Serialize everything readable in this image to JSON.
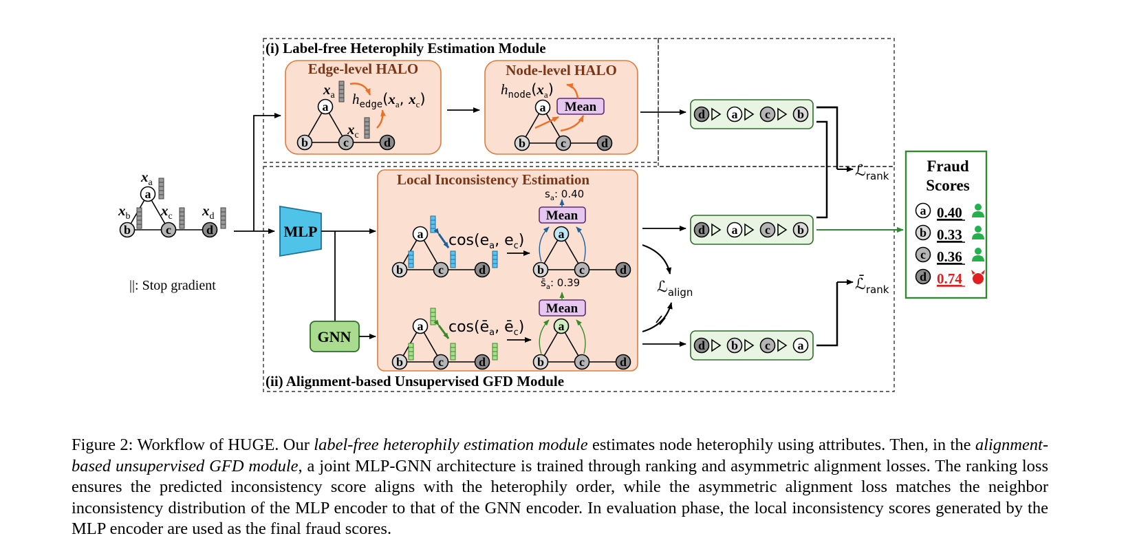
{
  "modules": {
    "label_free": "(i) Label-free Heterophily Estimation Module",
    "alignment": "(ii) Alignment-based Unsupervised GFD Module"
  },
  "halo": {
    "edge_title": "Edge-level HALO",
    "node_title": "Node-level HALO",
    "edge_func": "h",
    "edge_sub": "edge",
    "edge_args": "(x",
    "node_func": "h",
    "node_sub": "node",
    "mean": "Mean"
  },
  "input_graph": {
    "nodes": [
      "a",
      "b",
      "c",
      "d"
    ],
    "stop_gradient": "||: Stop gradient"
  },
  "encoders": {
    "mlp": "MLP",
    "gnn": "GNN"
  },
  "local_inconsistency": {
    "title": "Local Inconsistency Estimation",
    "s_a_label": "s",
    "s_a_value": ": 0.40",
    "s_bar_value": ": 0.39",
    "cos_mlp": "cos(e",
    "cos_gnn": "cos(ē",
    "mean": "Mean"
  },
  "rankings": [
    [
      "d",
      "a",
      "c",
      "b"
    ],
    [
      "d",
      "a",
      "c",
      "b"
    ],
    [
      "d",
      "b",
      "c",
      "a"
    ]
  ],
  "losses": {
    "rank": "rank",
    "rank_bar": "rank",
    "align": "align"
  },
  "fraud_scores": {
    "title_line1": "Fraud",
    "title_line2": "Scores",
    "rows": [
      {
        "node": "a",
        "score": "0.40",
        "type": "normal"
      },
      {
        "node": "b",
        "score": "0.33",
        "type": "normal"
      },
      {
        "node": "c",
        "score": "0.36",
        "type": "normal"
      },
      {
        "node": "d",
        "score": "0.74",
        "type": "fraud"
      }
    ]
  },
  "colors": {
    "halo_fill": "#fbe0d2",
    "halo_border": "#e07a3c",
    "title_brown": "#7b3516",
    "rank_fill": "#e8f5e2",
    "rank_border": "#2e6b2a",
    "mlp_blue": "#4fc3e8",
    "gnn_green": "#a9dc8e",
    "mean_purple": "#e6c7ef",
    "fraud_red": "#e02020",
    "normal_green": "#22b14c",
    "output_green": "#2f8a2f"
  },
  "caption": {
    "p1": "Figure 2: Workflow of HUGE. Our ",
    "e1": "label-free heterophily estimation module",
    "p2": " estimates node heterophily using attributes. Then, in the ",
    "e2": "alignment-based unsupervised GFD module",
    "p3": ", a joint MLP-GNN architecture is trained through ranking and asymmetric alignment losses. The ranking loss ensures the predicted inconsistency score aligns with the heterophily order, while the asymmetric alignment loss matches the neighbor inconsistency distribution of the MLP encoder to that of the GNN encoder. In evaluation phase, the local inconsistency scores generated by the MLP encoder are used as the final fraud scores."
  }
}
